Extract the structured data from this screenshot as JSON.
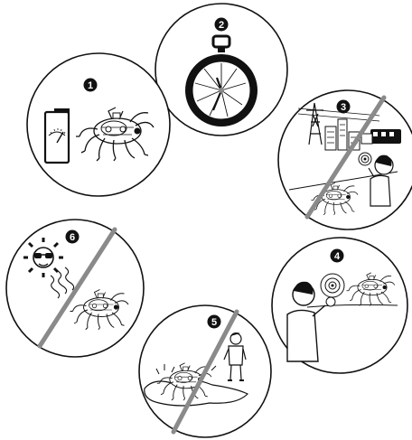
{
  "panels": [
    {
      "number": "1",
      "caption_icon": "battery-gauge-icon"
    },
    {
      "number": "2",
      "caption_icon": "stopwatch-icon"
    },
    {
      "number": "3",
      "caption_icon": "no-interference-icon"
    },
    {
      "number": "4",
      "caption_icon": "listen-icon"
    },
    {
      "number": "5",
      "caption_icon": "no-water-icon"
    },
    {
      "number": "6",
      "caption_icon": "no-sun-icon"
    }
  ],
  "colors": {
    "ink": "#111111",
    "prohibition_slash": "#8a8a8a",
    "background": "#ffffff"
  }
}
